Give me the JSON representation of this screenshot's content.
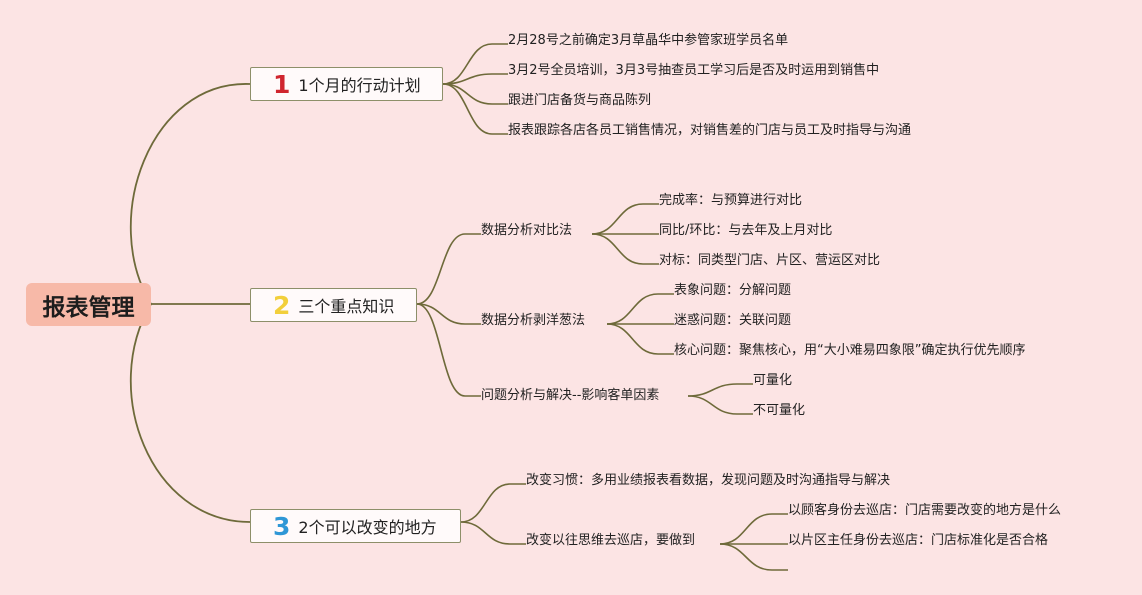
{
  "colors": {
    "background": "#fce4e4",
    "root_fill": "#f7b9a8",
    "connector": "#6e6a3a",
    "num1": "#d0252e",
    "num2": "#f2cf3b",
    "num3": "#2f97d6"
  },
  "root": {
    "label": "报表管理"
  },
  "topics": [
    {
      "number": "1",
      "label": "1个月的行动计划",
      "items": [
        "2月28号之前确定3月草晶华中参管家班学员名单",
        "3月2号全员培训，3月3号抽查员工学习后是否及时运用到销售中",
        "跟进门店备货与商品陈列",
        "报表跟踪各店各员工销售情况，对销售差的门店与员工及时指导与沟通"
      ]
    },
    {
      "number": "2",
      "label": "三个重点知识",
      "groups": [
        {
          "label": "数据分析对比法",
          "items": [
            "完成率：与预算进行对比",
            "同比/环比：与去年及上月对比",
            "对标：同类型门店、片区、营运区对比"
          ]
        },
        {
          "label": "数据分析剥洋葱法",
          "items": [
            "表象问题：分解问题",
            "迷惑问题：关联问题",
            "核心问题：聚焦核心，用“大小难易四象限”确定执行优先顺序"
          ]
        },
        {
          "label": "问题分析与解决--影响客单因素",
          "items": [
            "可量化",
            "不可量化"
          ]
        }
      ]
    },
    {
      "number": "3",
      "label": "2个可以改变的地方",
      "groups": [
        {
          "label": "改变习惯：多用业绩报表看数据，发现问题及时沟通指导与解决",
          "items": []
        },
        {
          "label": "改变以往思维去巡店，要做到",
          "items": [
            "以顾客身份去巡店：门店需要改变的地方是什么",
            "以片区主任身份去巡店：门店标准化是否合格",
            ""
          ]
        }
      ]
    }
  ]
}
